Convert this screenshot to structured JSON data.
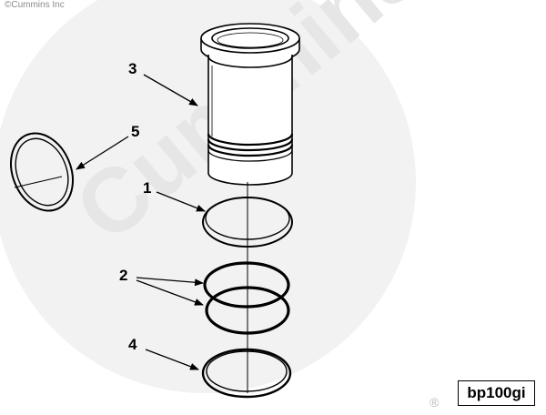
{
  "watermark": {
    "copyright_text": "©Cummins Inc",
    "brand_text": "Cummins",
    "registered_mark": "®"
  },
  "callouts": [
    {
      "id": "callout-1",
      "label": "1",
      "part": "ring-top"
    },
    {
      "id": "callout-2",
      "label": "2",
      "part": "o-rings-middle"
    },
    {
      "id": "callout-3",
      "label": "3",
      "part": "cylinder-liner"
    },
    {
      "id": "callout-4",
      "label": "4",
      "part": "ring-bottom"
    },
    {
      "id": "callout-5",
      "label": "5",
      "part": "ring-side"
    }
  ],
  "reference_code": "bp100gi",
  "colors": {
    "line": "#000000",
    "watermark": "#d9d9d9"
  }
}
